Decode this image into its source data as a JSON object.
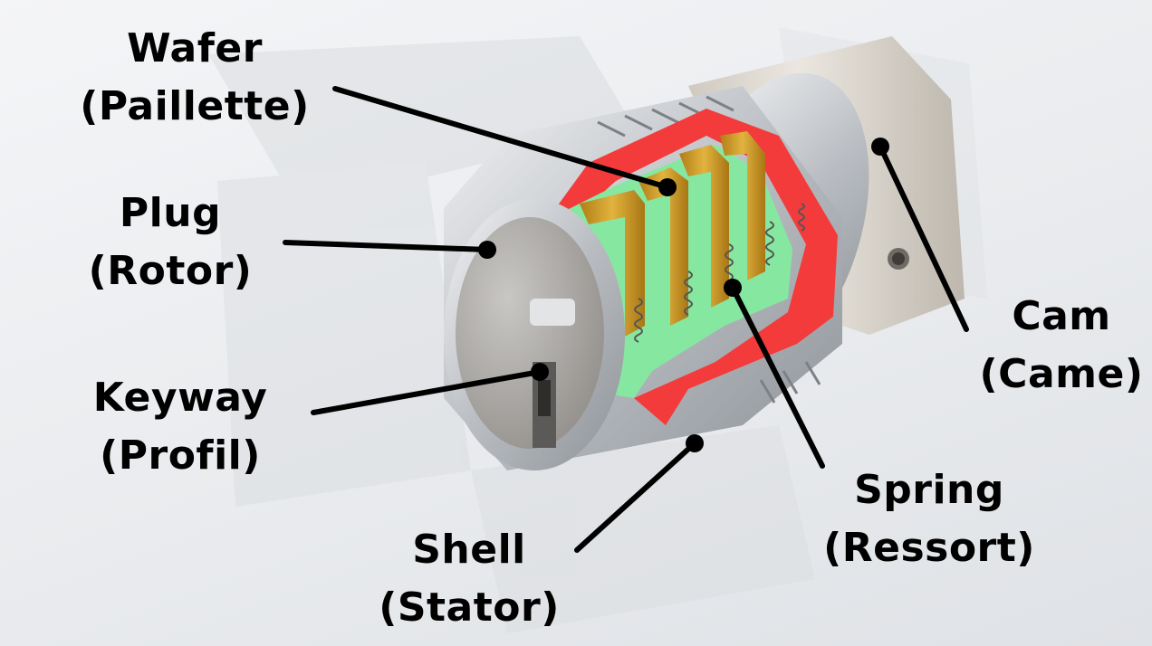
{
  "labels": {
    "wafer": {
      "name": "Wafer",
      "alt": "(Paillette)"
    },
    "plug": {
      "name": "Plug",
      "alt": "(Rotor)"
    },
    "keyway": {
      "name": "Keyway",
      "alt": "(Profil)"
    },
    "shell": {
      "name": "Shell",
      "alt": "(Stator)"
    },
    "spring": {
      "name": "Spring",
      "alt": "(Ressort)"
    },
    "cam": {
      "name": "Cam",
      "alt": "(Came)"
    }
  },
  "colors": {
    "section_stator": "#f33b3b",
    "section_rotor": "#86e8a0",
    "wafer_brass": "#d5a22a",
    "steel": "#c8cbcf",
    "cam_body": "#dcd7ce",
    "leader": "#000000"
  }
}
